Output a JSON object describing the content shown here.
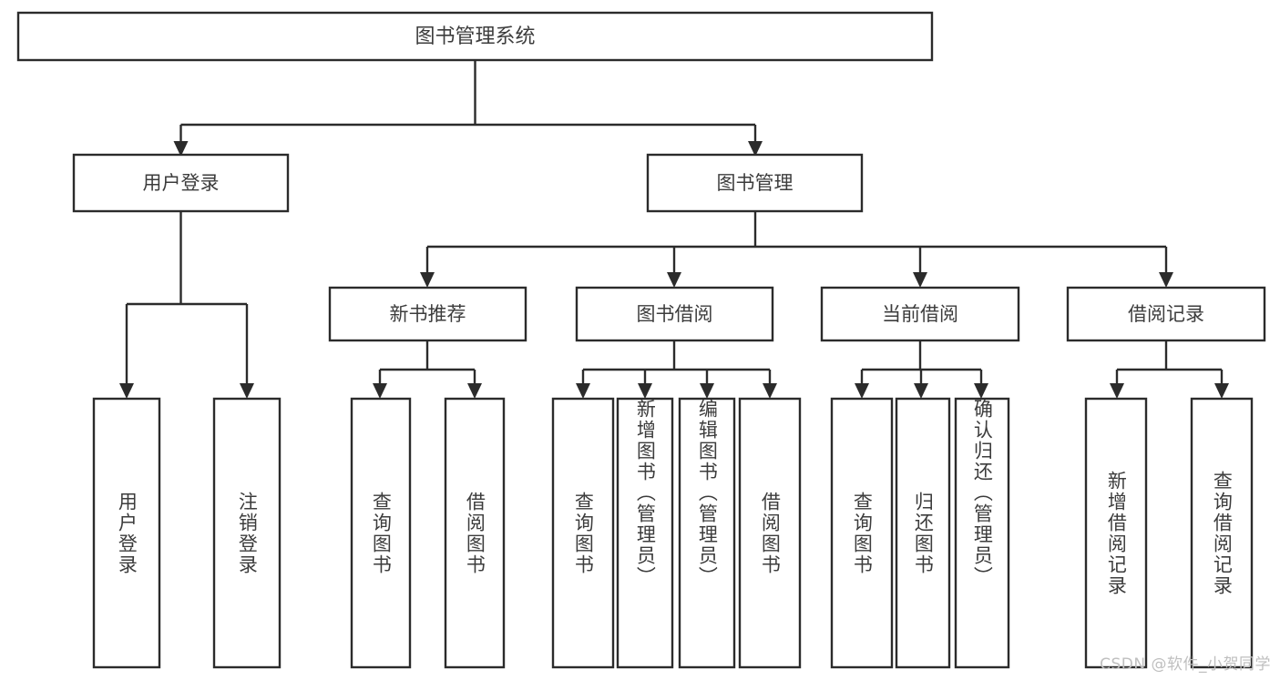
{
  "diagram": {
    "type": "tree-hierarchy",
    "title": "图书管理系统",
    "root": {
      "id": "root",
      "label": "图书管理系统",
      "orientation": "horizontal"
    },
    "level2": [
      {
        "id": "user-login",
        "label": "用户登录",
        "orientation": "horizontal"
      },
      {
        "id": "book-manage",
        "label": "图书管理",
        "orientation": "horizontal"
      }
    ],
    "level3": [
      {
        "id": "new-book-rec",
        "label": "新书推荐",
        "orientation": "horizontal",
        "parent": "book-manage"
      },
      {
        "id": "book-borrow",
        "label": "图书借阅",
        "orientation": "horizontal",
        "parent": "book-manage"
      },
      {
        "id": "current-borrow",
        "label": "当前借阅",
        "orientation": "horizontal",
        "parent": "book-manage"
      },
      {
        "id": "borrow-record",
        "label": "借阅记录",
        "orientation": "horizontal",
        "parent": "book-manage"
      }
    ],
    "leaves": {
      "user_login": [
        {
          "id": "leaf-user-login",
          "label": "用户登录",
          "orientation": "vertical"
        },
        {
          "id": "leaf-user-logout",
          "label": "注销登录",
          "orientation": "vertical"
        }
      ],
      "new_book_rec": [
        {
          "id": "leaf-query-book-1",
          "label": "查询图书",
          "orientation": "vertical"
        },
        {
          "id": "leaf-borrow-book-1",
          "label": "借阅图书",
          "orientation": "vertical"
        }
      ],
      "book_borrow": [
        {
          "id": "leaf-query-book-2",
          "label": "查询图书",
          "orientation": "vertical"
        },
        {
          "id": "leaf-add-book",
          "label": "新增图书（管理员）",
          "orientation": "vertical"
        },
        {
          "id": "leaf-edit-book",
          "label": "编辑图书（管理员）",
          "orientation": "vertical"
        },
        {
          "id": "leaf-borrow-book-2",
          "label": "借阅图书",
          "orientation": "vertical"
        }
      ],
      "current_borrow": [
        {
          "id": "leaf-query-book-3",
          "label": "查询图书",
          "orientation": "vertical"
        },
        {
          "id": "leaf-return-book",
          "label": "归还图书",
          "orientation": "vertical"
        },
        {
          "id": "leaf-confirm-return",
          "label": "确认归还（管理员）",
          "orientation": "vertical"
        }
      ],
      "borrow_record": [
        {
          "id": "leaf-add-record",
          "label": "新增借阅记录",
          "orientation": "vertical"
        },
        {
          "id": "leaf-query-record",
          "label": "查询借阅记录",
          "orientation": "vertical"
        }
      ]
    },
    "colors": {
      "stroke": "#2b2b2b",
      "box_fill": "#ffffff",
      "text": "#3c3c3c",
      "background": "#ffffff",
      "watermark": "#bfbfbf"
    }
  },
  "watermark": {
    "text": "CSDN @软件_小贺同学"
  }
}
